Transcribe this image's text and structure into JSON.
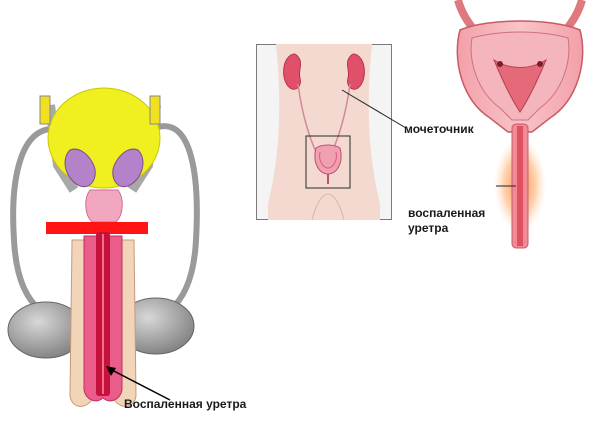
{
  "labels": {
    "ureter": "мочеточник",
    "inflamed_urethra_line1": "воспаленная",
    "inflamed_urethra_line2": "уретра",
    "inflamed_urethra_male": "Воспаленная уретра"
  },
  "colors": {
    "bladder_yellow": "#f0f020",
    "gland_purple": "#b482c8",
    "highlight_red": "#ff1414",
    "tissue_pink": "#e84a78",
    "skin_beige": "#f2d4b8",
    "gray_testis": "#8c8c8c",
    "inflamed_glow": "#ff9a60"
  }
}
